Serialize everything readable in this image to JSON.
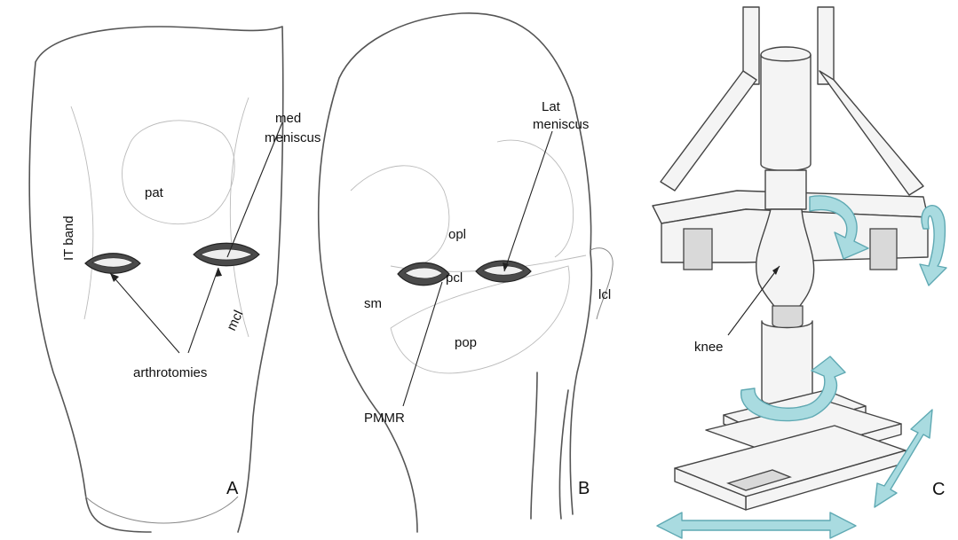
{
  "panel_a": {
    "label_it_band": "IT band",
    "label_pat": "pat",
    "label_med_meniscus_1": "med",
    "label_med_meniscus_2": "meniscus",
    "label_mcl": "mcl",
    "label_arthrotomies": "arthrotomies",
    "letter": "A"
  },
  "panel_b": {
    "label_lat_meniscus_1": "Lat",
    "label_lat_meniscus_2": "meniscus",
    "label_opl": "opl",
    "label_pcl": "pcl",
    "label_sm": "sm",
    "label_lcl": "lcl",
    "label_pop": "pop",
    "label_pmmr": "PMMR",
    "letter": "B"
  },
  "panel_c": {
    "label_knee": "knee",
    "letter": "C"
  },
  "colors": {
    "arrow_fill": "#a9dbe0",
    "arrow_stroke": "#5fa9b3",
    "pencil": "#555555"
  }
}
